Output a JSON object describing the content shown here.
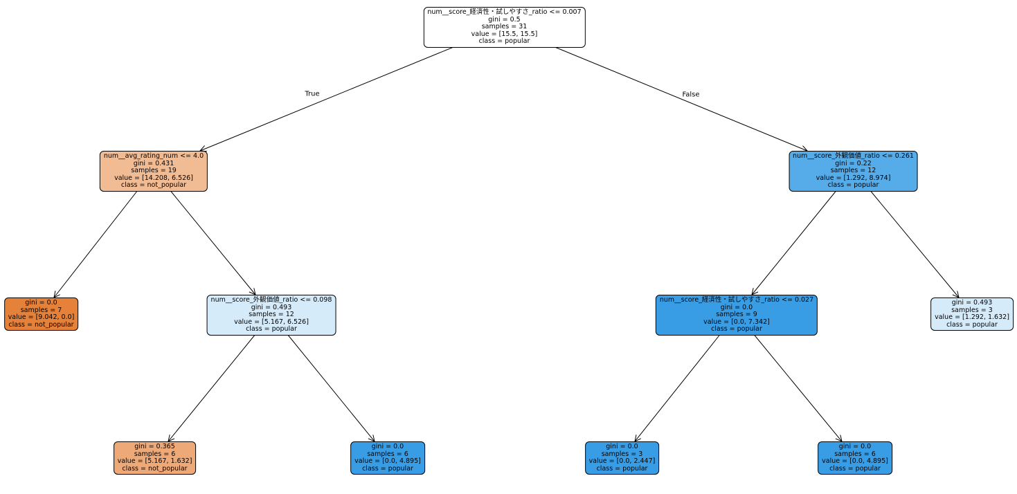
{
  "figure": {
    "type": "decision_tree",
    "classes": [
      "not_popular",
      "popular"
    ],
    "class_colors": {
      "not_popular": "#e58139",
      "popular": "#399de5"
    }
  },
  "edge_labels": {
    "true_label": "True",
    "false_label": "False"
  },
  "nodes": [
    {
      "id": "root",
      "condition": "num__score_経済性・試しやすさ_ratio <= 0.007",
      "gini": "gini = 0.5",
      "samples": "samples = 31",
      "value": "value = [15.5, 15.5]",
      "class_line": "class = popular",
      "fill": "#ffffff"
    },
    {
      "id": "left",
      "condition": "num__avg_rating_num <= 4.0",
      "gini": "gini = 0.431",
      "samples": "samples = 19",
      "value": "value = [14.208, 6.526]",
      "class_line": "class = not_popular",
      "fill": "#f1bb94"
    },
    {
      "id": "right",
      "condition": "num__score_外観価値_ratio <= 0.261",
      "gini": "gini = 0.22",
      "samples": "samples = 12",
      "value": "value = [1.292, 8.974]",
      "class_line": "class = popular",
      "fill": "#56abe9"
    },
    {
      "id": "left-left-leaf",
      "gini": "gini = 0.0",
      "samples": "samples = 7",
      "value": "value = [9.042, 0.0]",
      "class_line": "class = not_popular",
      "fill": "#e58139"
    },
    {
      "id": "left-right",
      "condition": "num__score_外観価値_ratio <= 0.098",
      "gini": "gini = 0.493",
      "samples": "samples = 12",
      "value": "value = [5.167, 6.526]",
      "class_line": "class = popular",
      "fill": "#d6ebfa"
    },
    {
      "id": "right-left",
      "condition": "num__score_経済性・試しやすさ_ratio <= 0.027",
      "gini": "gini = 0.0",
      "samples": "samples = 9",
      "value": "value = [0.0, 7.342]",
      "class_line": "class = popular",
      "fill": "#399de5"
    },
    {
      "id": "right-right-leaf",
      "gini": "gini = 0.493",
      "samples": "samples = 3",
      "value": "value = [1.292, 1.632]",
      "class_line": "class = popular",
      "fill": "#d6ebfa"
    },
    {
      "id": "left-right-left-leaf",
      "gini": "gini = 0.365",
      "samples": "samples = 6",
      "value": "value = [5.167, 1.632]",
      "class_line": "class = not_popular",
      "fill": "#eda978"
    },
    {
      "id": "left-right-right-leaf",
      "gini": "gini = 0.0",
      "samples": "samples = 6",
      "value": "value = [0.0, 4.895]",
      "class_line": "class = popular",
      "fill": "#399de5"
    },
    {
      "id": "right-left-left-leaf",
      "gini": "gini = 0.0",
      "samples": "samples = 3",
      "value": "value = [0.0, 2.447]",
      "class_line": "class = popular",
      "fill": "#399de5"
    },
    {
      "id": "right-left-right-leaf",
      "gini": "gini = 0.0",
      "samples": "samples = 6",
      "value": "value = [0.0, 4.895]",
      "class_line": "class = popular",
      "fill": "#399de5"
    }
  ]
}
